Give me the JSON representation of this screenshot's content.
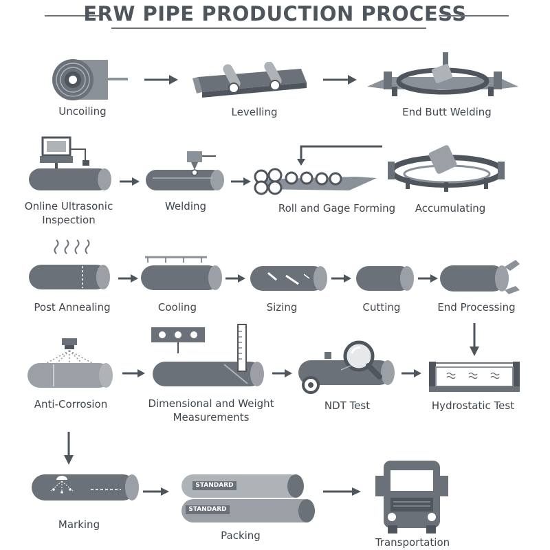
{
  "title": "ERW PIPE PRODUCTION PROCESS",
  "colors": {
    "pipe": "#6b7178",
    "pipe_light": "#9aa0a6",
    "dark": "#4e555c",
    "line": "#6a7178"
  },
  "steps": [
    {
      "id": "uncoiling",
      "label": "Uncoiling",
      "icon": "coil-icon"
    },
    {
      "id": "levelling",
      "label": "Levelling",
      "icon": "leveller-icon"
    },
    {
      "id": "end_butt_welding",
      "label": "End Butt Welding",
      "icon": "butt-welder-icon"
    },
    {
      "id": "online_ultrasonic",
      "label": "Online Ultrasonic Inspection",
      "icon": "ultrasonic-icon"
    },
    {
      "id": "welding",
      "label": "Welding",
      "icon": "welding-icon"
    },
    {
      "id": "roll_gage_forming",
      "label": "Roll and Gage Forming",
      "icon": "roll-forming-icon"
    },
    {
      "id": "accumulating",
      "label": "Accumulating",
      "icon": "accumulator-icon"
    },
    {
      "id": "post_annealing",
      "label": "Post Annealing",
      "icon": "annealing-icon"
    },
    {
      "id": "cooling",
      "label": "Cooling",
      "icon": "cooling-icon"
    },
    {
      "id": "sizing",
      "label": "Sizing",
      "icon": "sizing-icon"
    },
    {
      "id": "cutting",
      "label": "Cutting",
      "icon": "cutting-icon"
    },
    {
      "id": "end_processing",
      "label": "End Processing",
      "icon": "end-processing-icon"
    },
    {
      "id": "anti_corrosion",
      "label": "Anti-Corrosion",
      "icon": "spray-icon"
    },
    {
      "id": "dimensional",
      "label": "Dimensional and Weight Measurements",
      "icon": "measurement-icon"
    },
    {
      "id": "ndt_test",
      "label": "NDT Test",
      "icon": "magnifier-icon"
    },
    {
      "id": "hydrostatic_test",
      "label": "Hydrostatic Test",
      "icon": "water-tank-icon"
    },
    {
      "id": "marking",
      "label": "Marking",
      "icon": "marking-icon"
    },
    {
      "id": "packing",
      "label": "Packing",
      "icon": "pipe-bundle-icon",
      "stamp": "STANDARD"
    },
    {
      "id": "transportation",
      "label": "Transportation",
      "icon": "truck-icon"
    }
  ]
}
